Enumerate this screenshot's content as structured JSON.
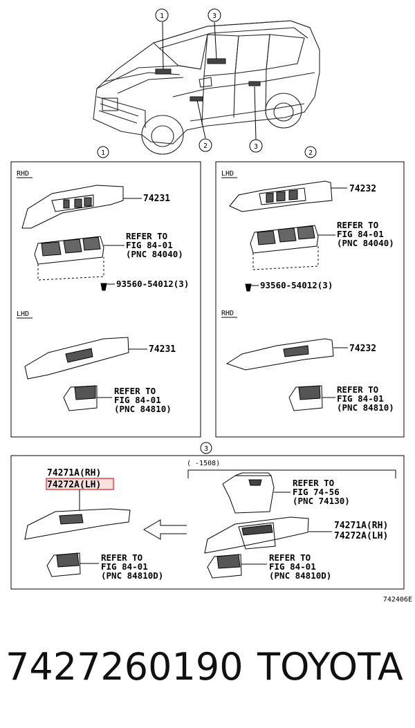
{
  "callouts": {
    "c1": "1",
    "c2": "2",
    "c3": "3"
  },
  "panel1": {
    "rhd_label": "RHD",
    "lhd_label": "LHD",
    "part_top": "74231",
    "refer_top": [
      "REFER TO",
      "FIG 84-01",
      "(PNC 84040)"
    ],
    "screw": "93560-54012(3)",
    "part_bottom": "74231",
    "refer_bottom": [
      "REFER TO",
      "FIG 84-01",
      "(PNC 84810)"
    ]
  },
  "panel2": {
    "lhd_label": "LHD",
    "rhd_label": "RHD",
    "part_top": "74232",
    "refer_top": [
      "REFER TO",
      "FIG 84-01",
      "(PNC 84040)"
    ],
    "screw": "93560-54012(3)",
    "part_bottom": "74232",
    "refer_bottom": [
      "REFER TO",
      "FIG 84-01",
      "(PNC 84810)"
    ]
  },
  "panel3": {
    "part_rh": "74271A(RH)",
    "part_lh": "74272A(LH)",
    "refer_left": [
      "REFER TO",
      "FIG 84-01",
      "(PNC 84810D)"
    ],
    "date_range": "(     -1508)",
    "refer_top_right": [
      "REFER TO",
      "FIG 74-56",
      "(PNC 74130)"
    ],
    "part_right_rh": "74271A(RH)",
    "part_right_lh": "74272A(LH)",
    "refer_right": [
      "REFER TO",
      "FIG 84-01",
      "(PNC 84810D)"
    ]
  },
  "figure_code": "742406E",
  "part_number": "7427260190",
  "brand": "TOYOTA"
}
